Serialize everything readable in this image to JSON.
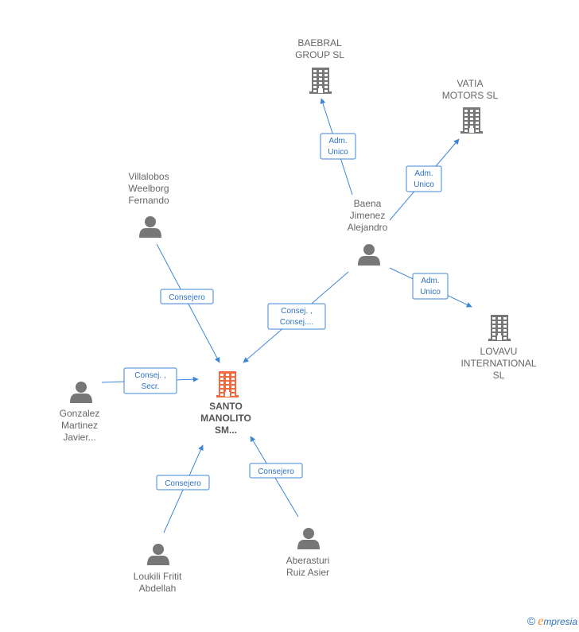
{
  "colors": {
    "accent_main": "#f26a3d",
    "node_gray": "#777777",
    "edge_blue": "#3d86d6"
  },
  "nodes": [
    {
      "id": "santo",
      "kind": "company",
      "main": true,
      "lines": [
        "SANTO",
        "MANOLITO",
        "SM..."
      ]
    },
    {
      "id": "baebral",
      "kind": "company",
      "lines": [
        "BAEBRAL",
        "GROUP SL"
      ]
    },
    {
      "id": "vatia",
      "kind": "company",
      "lines": [
        "VATIA",
        "MOTORS SL"
      ]
    },
    {
      "id": "lovavu",
      "kind": "company",
      "lines": [
        "LOVAVU",
        "INTERNATIONAL",
        "SL"
      ]
    },
    {
      "id": "baena",
      "kind": "person",
      "lines": [
        "Baena",
        "Jimenez",
        "Alejandro"
      ]
    },
    {
      "id": "villalobos",
      "kind": "person",
      "lines": [
        "Villalobos",
        "Weelborg",
        "Fernando"
      ]
    },
    {
      "id": "gonzalez",
      "kind": "person",
      "lines": [
        "Gonzalez",
        "Martinez",
        "Javier..."
      ]
    },
    {
      "id": "loukili",
      "kind": "person",
      "lines": [
        "Loukili Fritit",
        "Abdellah"
      ]
    },
    {
      "id": "aberasturi",
      "kind": "person",
      "lines": [
        "Aberasturi",
        "Ruiz Asier"
      ]
    }
  ],
  "edges": [
    {
      "from": "baena",
      "to": "baebral",
      "lines": [
        "Adm.",
        "Unico"
      ]
    },
    {
      "from": "baena",
      "to": "vatia",
      "lines": [
        "Adm.",
        "Unico"
      ]
    },
    {
      "from": "baena",
      "to": "lovavu",
      "lines": [
        "Adm.",
        "Unico"
      ]
    },
    {
      "from": "baena",
      "to": "santo",
      "lines": [
        "Consej. ,",
        "Consej...."
      ]
    },
    {
      "from": "villalobos",
      "to": "santo",
      "lines": [
        "Consejero"
      ]
    },
    {
      "from": "gonzalez",
      "to": "santo",
      "lines": [
        "Consej. ,",
        "Secr."
      ]
    },
    {
      "from": "loukili",
      "to": "santo",
      "lines": [
        "Consejero"
      ]
    },
    {
      "from": "aberasturi",
      "to": "santo",
      "lines": [
        "Consejero"
      ]
    }
  ],
  "footer": {
    "copyright_symbol": "©",
    "brand_initial": "e",
    "brand_rest": "mpresia"
  }
}
